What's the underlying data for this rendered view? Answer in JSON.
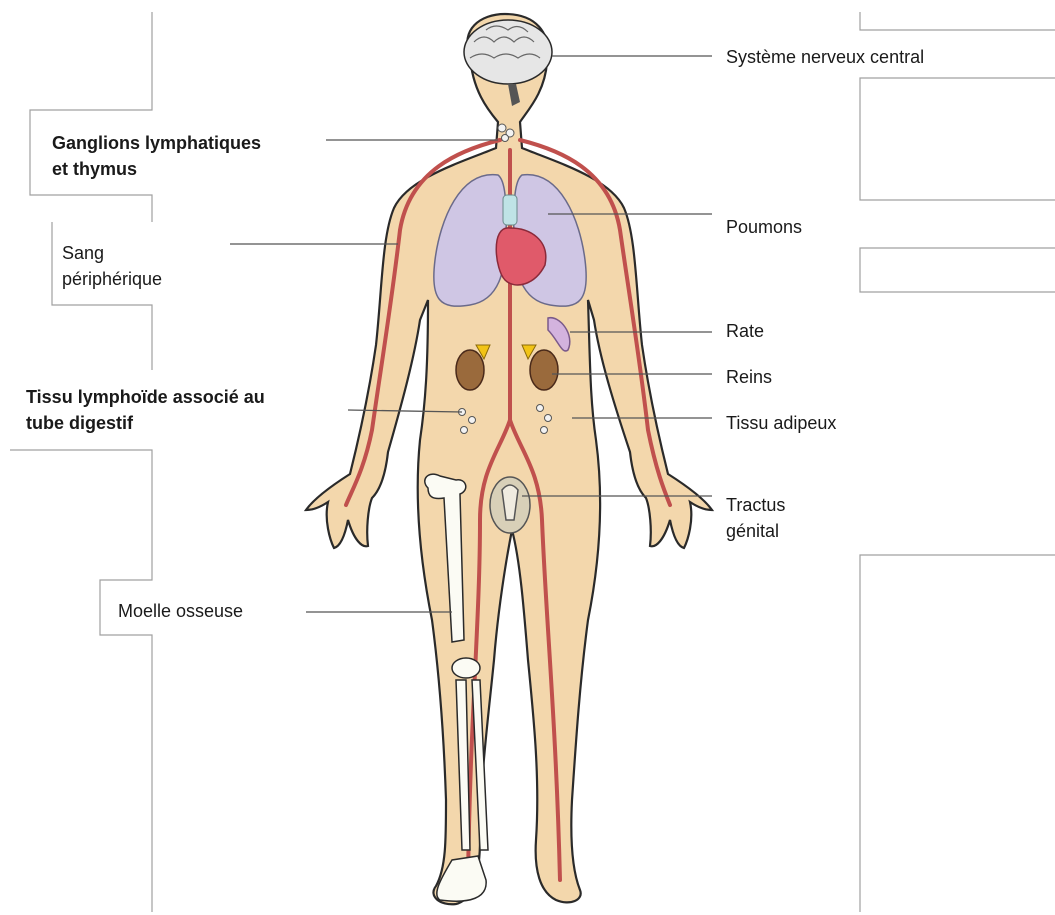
{
  "colors": {
    "skin": "#f3d7ac",
    "outline": "#2a2a2a",
    "vessel": "#c0504d",
    "lung": "#cfc6e4",
    "heart": "#e05a6a",
    "kidney": "#9a6a3c",
    "adrenal": "#f2c417",
    "brain": "#e6e6e6",
    "bone": "#fbfbf4",
    "spleen": "#d3b3de",
    "box_border": "#9a9a9a"
  },
  "labels": {
    "cns": "Système nerveux central",
    "lymph_nodes": "Ganglions lymphatiques\net thymus",
    "lungs": "Poumons",
    "blood": "Sang\npériphérique",
    "spleen": "Rate",
    "kidneys": "Reins",
    "galt": "Tissu lymphoïde associé au\ntube digestif",
    "adipose": "Tissu adipeux",
    "genital": "Tractus\ngénital",
    "bone_marrow": "Moelle osseuse"
  }
}
